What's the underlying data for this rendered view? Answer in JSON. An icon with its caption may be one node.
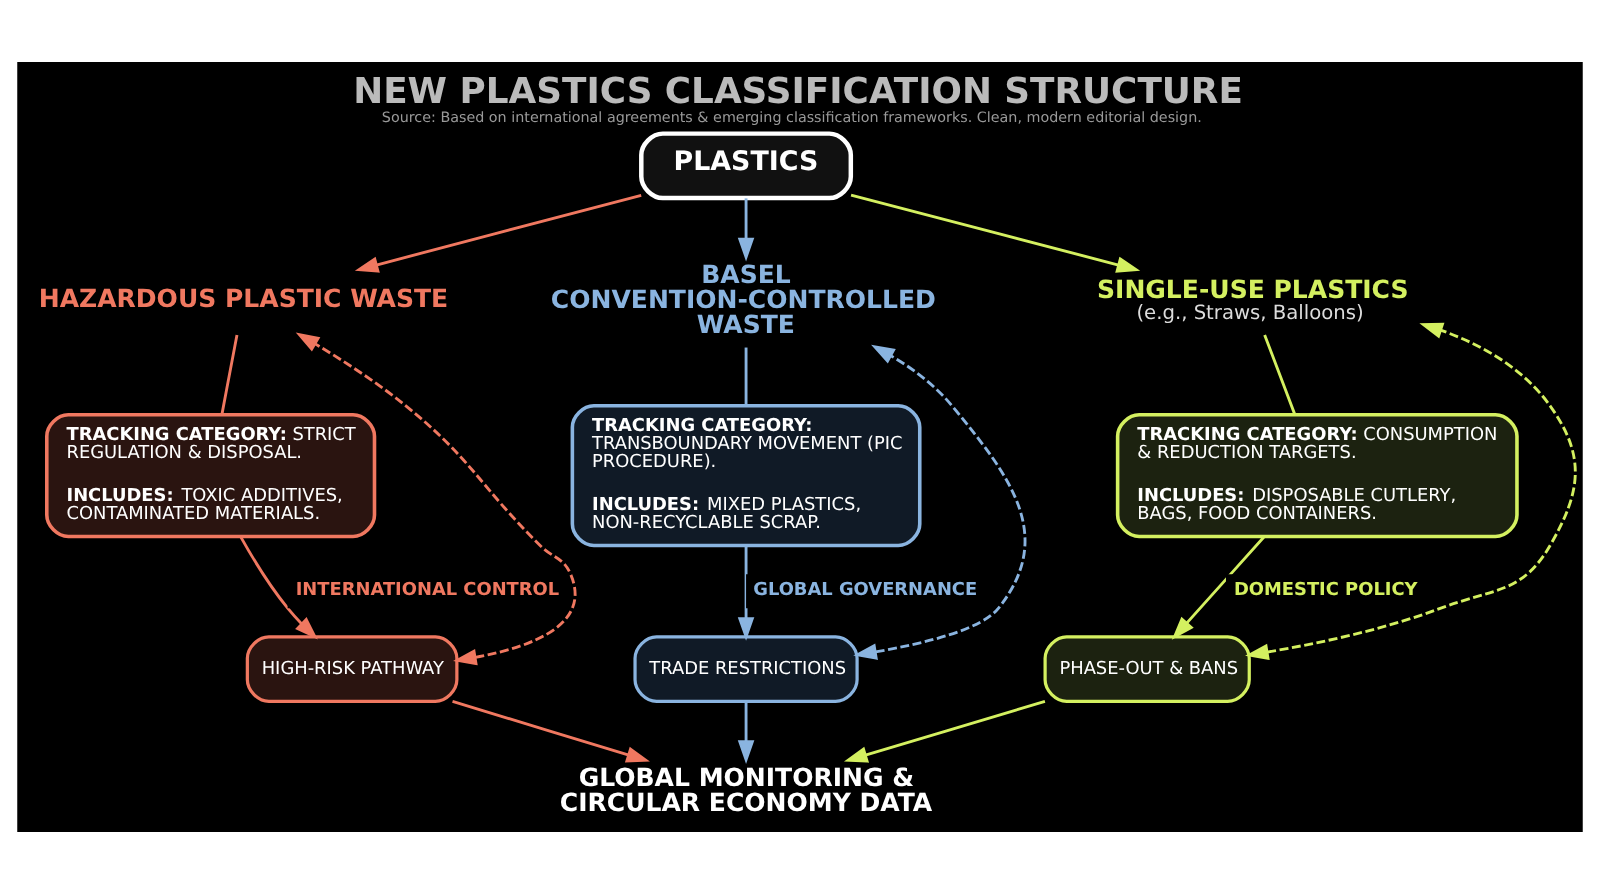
{
  "diagram": {
    "title": "NEW PLASTICS CLASSIFICATION STRUCTURE",
    "caption": "Source: Based on international agreements & emerging classification frameworks. Clean, modern editorial design.",
    "nodes": [
      {
        "text": [
          "PLASTICS"
        ]
      },
      {
        "text": [
          "HAZARDOUS PLASTIC WASTE"
        ]
      },
      {
        "text": [
          "**TRACKING CATEGORY:** STRICT REGULATION & DISPOSAL.",
          "**INCLUDES:** TOXIC ADDITIVES, CONTAMINATED MATERIALS."
        ]
      },
      {
        "text": [
          "HIGH-RISK PATHWAY"
        ]
      },
      {
        "text": [
          "BASEL CONVENTION-CONTROLLED WASTE"
        ]
      },
      {
        "text": [
          "**TRACKING CATEGORY:** TRANSBOUNDARY MOVEMENT (PIC PROCEDURE).",
          "**INCLUDES:** MIXED PLASTICS, NON-RECYCLABLE SCRAP."
        ]
      },
      {
        "text": [
          "TRADE RESTRICTIONS"
        ]
      },
      {
        "text": [
          "SINGLE-USE PLASTICS",
          "(e.g., Straws, Balloons)"
        ]
      },
      {
        "text": [
          "**TRACKING CATEGORY:** CONSUMPTION & REDUCTION TARGETS.",
          "**INCLUDES:** DISPOSABLE CUTLERY, BAGS, FOOD CONTAINERS."
        ]
      },
      {
        "text": [
          "PHASE-OUT & BANS"
        ]
      },
      {
        "text": [
          "GLOBAL MONITORING & CIRCULAR ECONOMY DATA"
        ]
      }
    ],
    "edges": [
      {
        "from": 0,
        "to": 1,
        "arrow": "to",
        "color": "#f07860"
      },
      {
        "from": 0,
        "to": 4,
        "arrow": "to",
        "color": "#8ab4e0"
      },
      {
        "from": 0,
        "to": 7,
        "arrow": "to",
        "color": "#d4f060"
      },
      {
        "from": 1,
        "to": 2,
        "arrow": "none",
        "color": "#f07860"
      },
      {
        "from": 2,
        "to": 3,
        "arrow": "to",
        "label": "INTERNATIONAL CONTROL",
        "color": "#f07860"
      },
      {
        "from": 3,
        "to": 1,
        "arrow": "both",
        "style": "dashed",
        "color": "#f07860"
      },
      {
        "from": 4,
        "to": 5,
        "arrow": "none",
        "color": "#8ab4e0"
      },
      {
        "from": 5,
        "to": 6,
        "arrow": "to",
        "label": "GLOBAL GOVERNANCE",
        "color": "#8ab4e0"
      },
      {
        "from": 6,
        "to": 4,
        "arrow": "both",
        "style": "dashed",
        "color": "#8ab4e0"
      },
      {
        "from": 7,
        "to": 8,
        "arrow": "none",
        "color": "#d4f060"
      },
      {
        "from": 8,
        "to": 9,
        "arrow": "to",
        "label": "DOMESTIC POLICY",
        "color": "#d4f060"
      },
      {
        "from": 9,
        "to": 7,
        "arrow": "both",
        "style": "dashed",
        "color": "#d4f060"
      },
      {
        "from": 3,
        "to": 10,
        "arrow": "to",
        "color": "#f07860"
      },
      {
        "from": 6,
        "to": 10,
        "arrow": "to",
        "color": "#8ab4e0"
      },
      {
        "from": 9,
        "to": 10,
        "arrow": "to",
        "color": "#d4f060"
      }
    ]
  }
}
